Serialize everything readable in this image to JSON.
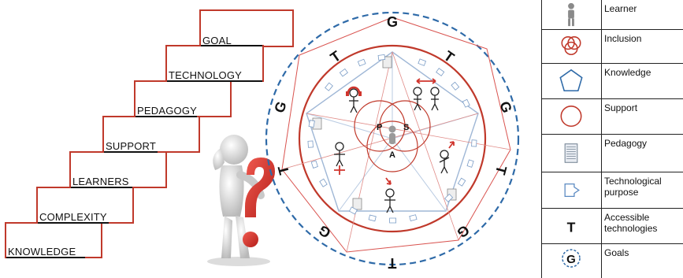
{
  "staircase": {
    "steps": [
      "GOAL",
      "TECHNOLOGY",
      "PEDAGOGY",
      "SUPPORT",
      "LEARNERS",
      "COMPLEXITY",
      "KNOWLEDGE"
    ]
  },
  "figure": {
    "icon": "thinking-person-with-question-mark-icon",
    "accent_color": "#d0342c"
  },
  "diagram": {
    "venn_labels": {
      "top_left": "P",
      "top_right": "S",
      "bottom": "A"
    },
    "goal_letter": "G",
    "tech_letter": "T",
    "outer_ring_color": "#2e6aa8",
    "support_circle_color": "#c0392b",
    "pentagon_color": "#9fb7d6"
  },
  "legend": {
    "items": [
      {
        "icon": "learner-icon",
        "label": "Learner"
      },
      {
        "icon": "inclusion-icon",
        "label": "Inclusion"
      },
      {
        "icon": "knowledge-pentagon-icon",
        "label": "Knowledge"
      },
      {
        "icon": "support-circle-icon",
        "label": "Support"
      },
      {
        "icon": "pedagogy-document-icon",
        "label": "Pedagogy"
      },
      {
        "icon": "technological-purpose-icon",
        "label": "Technological purpose"
      },
      {
        "icon": "accessible-technologies-icon",
        "label": "Accessible technologies",
        "glyph": "T"
      },
      {
        "icon": "goals-icon",
        "label": "Goals",
        "glyph": "G"
      }
    ]
  }
}
